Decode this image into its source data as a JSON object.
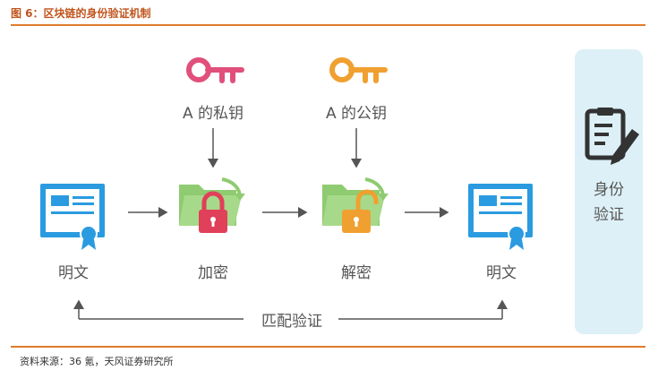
{
  "figure": {
    "title": "图 6：区块链的身份验证机制",
    "source": "资料来源：36 氪，天风证券研究所"
  },
  "keys": {
    "private": {
      "label": "A 的私钥",
      "color": "#e0507a"
    },
    "public": {
      "label": "A 的公钥",
      "color": "#f0a030"
    }
  },
  "steps": {
    "plaintext_left": "明文",
    "encrypt": "加密",
    "decrypt": "解密",
    "plaintext_right": "明文"
  },
  "match_label": "匹配验证",
  "panel": {
    "line1": "身份",
    "line2": "验证"
  },
  "colors": {
    "cert_blue": "#2a9be0",
    "folder_green": "#8fcb70",
    "arrow_grey": "#555555",
    "panel_bg": "#ddf0f7",
    "accent_orange": "#e07b2a"
  }
}
